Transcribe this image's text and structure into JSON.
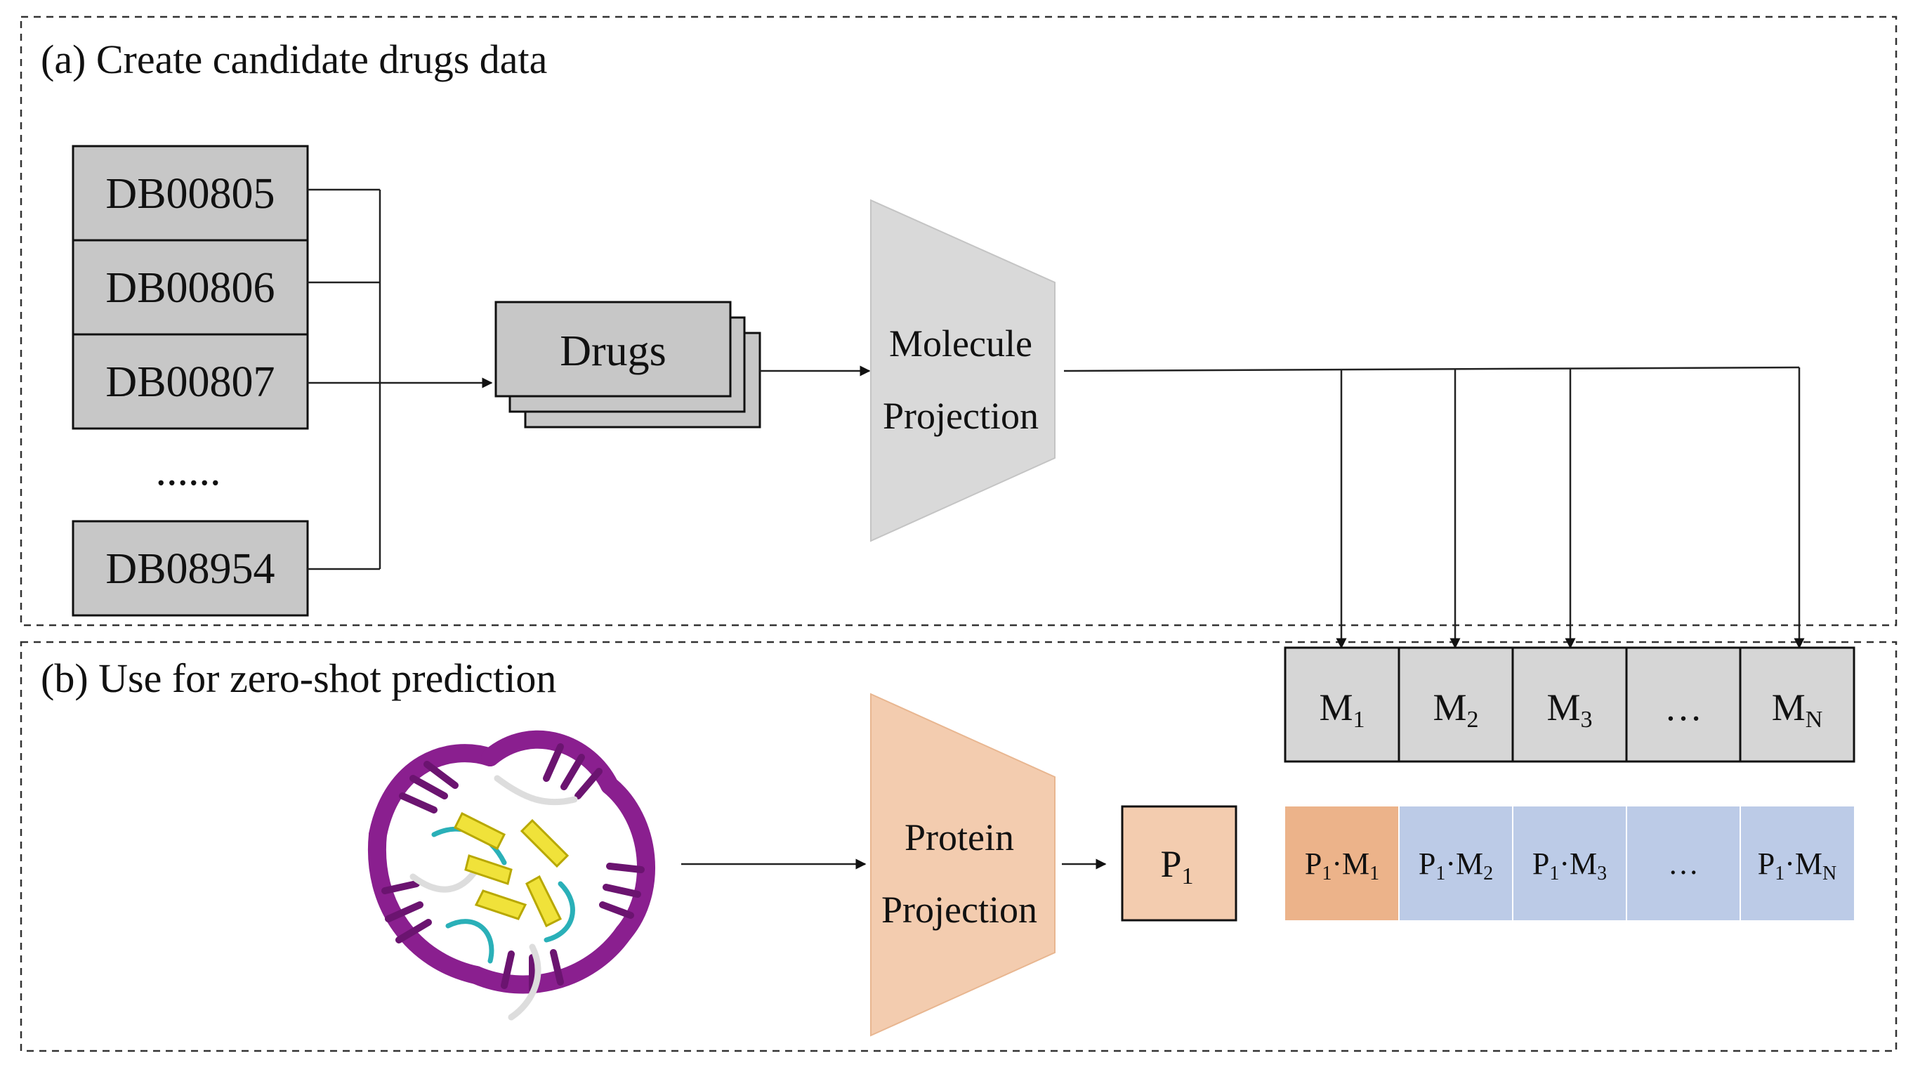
{
  "panel_a": {
    "title": "(a) Create candidate drugs data",
    "drug_ids": [
      "DB00805",
      "DB00806",
      "DB00807"
    ],
    "ellipsis": "......",
    "last_drug_id": "DB08954",
    "drugs_label": "Drugs",
    "projection_label": [
      "Molecule",
      "Projection"
    ]
  },
  "panel_b": {
    "title": "(b) Use for zero-shot prediction",
    "protein_structure": "protein-ribbon-icon",
    "projection_label": [
      "Protein",
      "Projection"
    ],
    "protein_embedding": {
      "base": "P",
      "sub": "1"
    },
    "molecule_embeddings": [
      {
        "base": "M",
        "sub": "1"
      },
      {
        "base": "M",
        "sub": "2"
      },
      {
        "base": "M",
        "sub": "3"
      },
      {
        "base": "…",
        "sub": ""
      },
      {
        "base": "M",
        "sub": "N"
      }
    ],
    "scores": [
      {
        "p": "P",
        "ps": "1",
        "m": "M",
        "ms": "1"
      },
      {
        "p": "P",
        "ps": "1",
        "m": "M",
        "ms": "2"
      },
      {
        "p": "P",
        "ps": "1",
        "m": "M",
        "ms": "3"
      },
      {
        "p": "",
        "ps": "",
        "m": "…",
        "ms": ""
      },
      {
        "p": "P",
        "ps": "1",
        "m": "M",
        "ms": "N"
      }
    ],
    "dot": "·"
  },
  "colors": {
    "gray_box": "#c7c7c7",
    "light_gray": "#d6d6d6",
    "trapezoid_gray": "#d9d9d9",
    "protein_peach": "#f3ccaf",
    "score_highlight": "#ecb38a",
    "score_blue": "#bccbe7",
    "line": "#222222"
  }
}
